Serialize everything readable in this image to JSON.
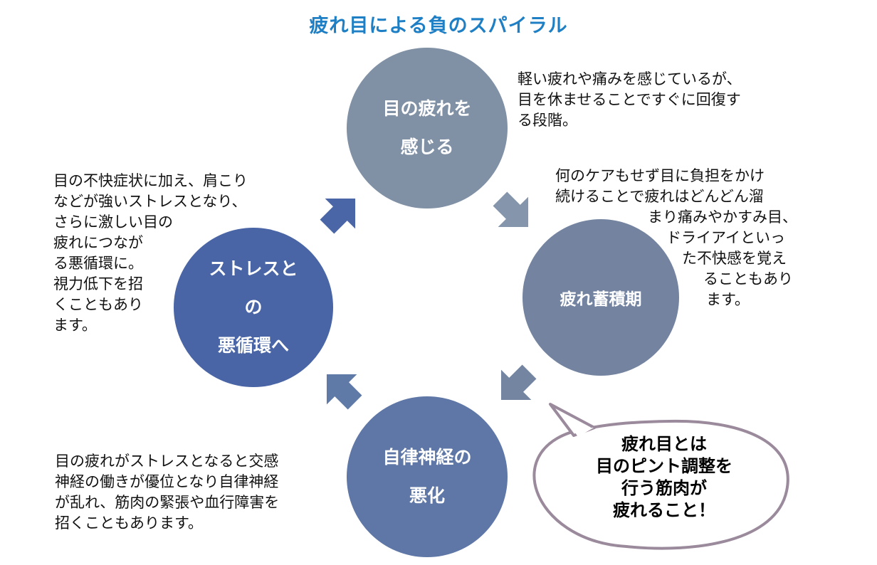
{
  "title": "疲れ目による負のスパイラル",
  "stages": [
    {
      "lines": [
        "目の疲れを",
        "感じる"
      ],
      "color": "#8090a5"
    },
    {
      "lines": [
        "疲れ蓄積期"
      ],
      "color": "#7484a0"
    },
    {
      "lines": [
        "自律神経の",
        "悪化"
      ],
      "color": "#5f77a6"
    },
    {
      "lines": [
        "ストレスと",
        "の",
        "悪循環へ"
      ],
      "color": "#4965a6"
    }
  ],
  "descriptions": {
    "stage1": [
      "軽い疲れや痛みを感じているが、",
      "目を休ませることですぐに回復す",
      "る段階。"
    ],
    "stage2": [
      "何のケアもせず目に負担をかけ",
      "続けることで疲れはどんどん溜",
      "まり痛みやかすみ目、",
      "ドライアイといっ",
      "た不快感を覚え",
      "ることもあり",
      "ます。"
    ],
    "stage3": [
      "目の疲れがストレスとなると交感",
      "神経の働きが優位となり自律神経",
      "が乱れ、筋肉の緊張や血行障害を",
      "招くこともあります。"
    ],
    "stage4": [
      "目の不快症状に加え、肩こり",
      "などが強いストレスとなり、",
      "さらに激しい目の",
      "疲れにつなが",
      "る悪循環に。",
      "視力低下を招",
      "くこともあり",
      "ます。"
    ]
  },
  "callout": {
    "lines": [
      "疲れ目とは",
      "目のピント調整を",
      "行う筋肉が",
      "疲れること！"
    ],
    "border_color": "#9a8a9c"
  },
  "arrows": [
    "arrow-down-right",
    "arrow-down-left",
    "arrow-up-left",
    "arrow-up-right"
  ]
}
